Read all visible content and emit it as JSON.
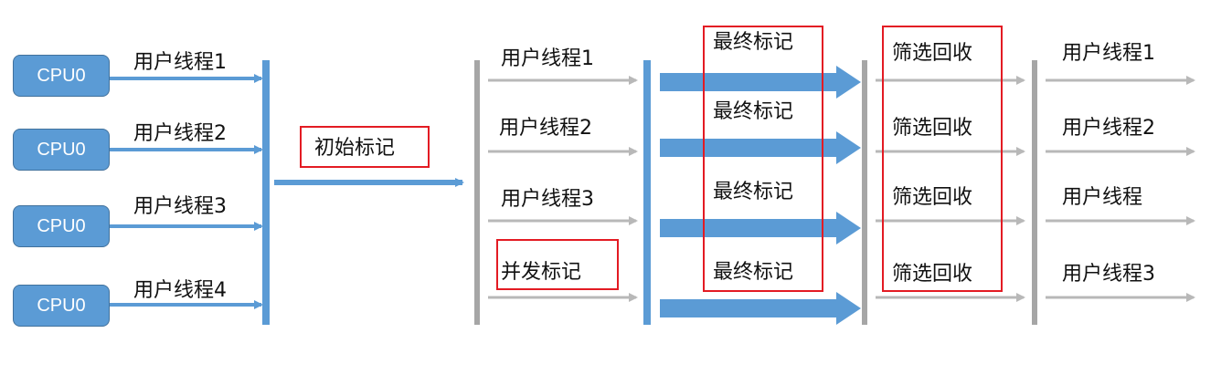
{
  "cpus": [
    "CPU0",
    "CPU0",
    "CPU0",
    "CPU0"
  ],
  "stage1_threads": [
    "用户线程1",
    "用户线程2",
    "用户线程3",
    "用户线程4"
  ],
  "initial_mark": "初始标记",
  "stage2_threads": [
    "用户线程1",
    "用户线程2",
    "用户线程3"
  ],
  "concurrent_mark": "并发标记",
  "final_mark": [
    "最终标记",
    "最终标记",
    "最终标记",
    "最终标记"
  ],
  "cleanup": [
    "筛选回收",
    "筛选回收",
    "筛选回收",
    "筛选回收"
  ],
  "stage4_threads": [
    "用户线程1",
    "用户线程2",
    "用户线程",
    "用户线程3"
  ],
  "colors": {
    "blue": "#5b9bd5",
    "gray": "#b8b8b8",
    "red_box": "#e31b23"
  }
}
